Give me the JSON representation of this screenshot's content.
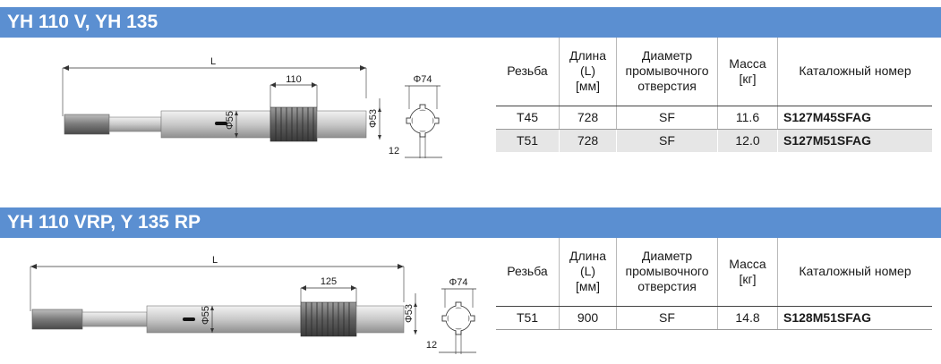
{
  "section1": {
    "title": "YH 110 V, YH 135",
    "drawing": {
      "length_label": "L",
      "spline_label": "110",
      "diam_shank": "Φ55",
      "diam_spline": "Φ53",
      "diam_outer": "Φ74",
      "width_label": "12"
    },
    "table": {
      "headers": [
        "Резьба",
        "Длина\n(L)\n[мм]",
        "Диаметр\nпромывочного\nотверстия",
        "Масса\n[кг]",
        "Каталожный номер"
      ],
      "rows": [
        [
          "T45",
          "728",
          "SF",
          "11.6",
          "S127M45SFAG"
        ],
        [
          "T51",
          "728",
          "SF",
          "12.0",
          "S127M51SFAG"
        ]
      ]
    }
  },
  "section2": {
    "title": "YH 110 VRP, Y 135 RP",
    "drawing": {
      "length_label": "L",
      "spline_label": "125",
      "diam_shank": "Φ55",
      "diam_spline": "Φ53",
      "diam_outer": "Φ74",
      "width_label": "12"
    },
    "table": {
      "headers": [
        "Резьба",
        "Длина\n(L)\n[мм]",
        "Диаметр\nпромывочного\nотверстия",
        "Масса\n[кг]",
        "Каталожный номер"
      ],
      "rows": [
        [
          "T51",
          "900",
          "SF",
          "14.8",
          "S128M51SFAG"
        ]
      ]
    }
  },
  "colors": {
    "band": "#5b8fd1",
    "row_alt": "#e6e6e6"
  }
}
